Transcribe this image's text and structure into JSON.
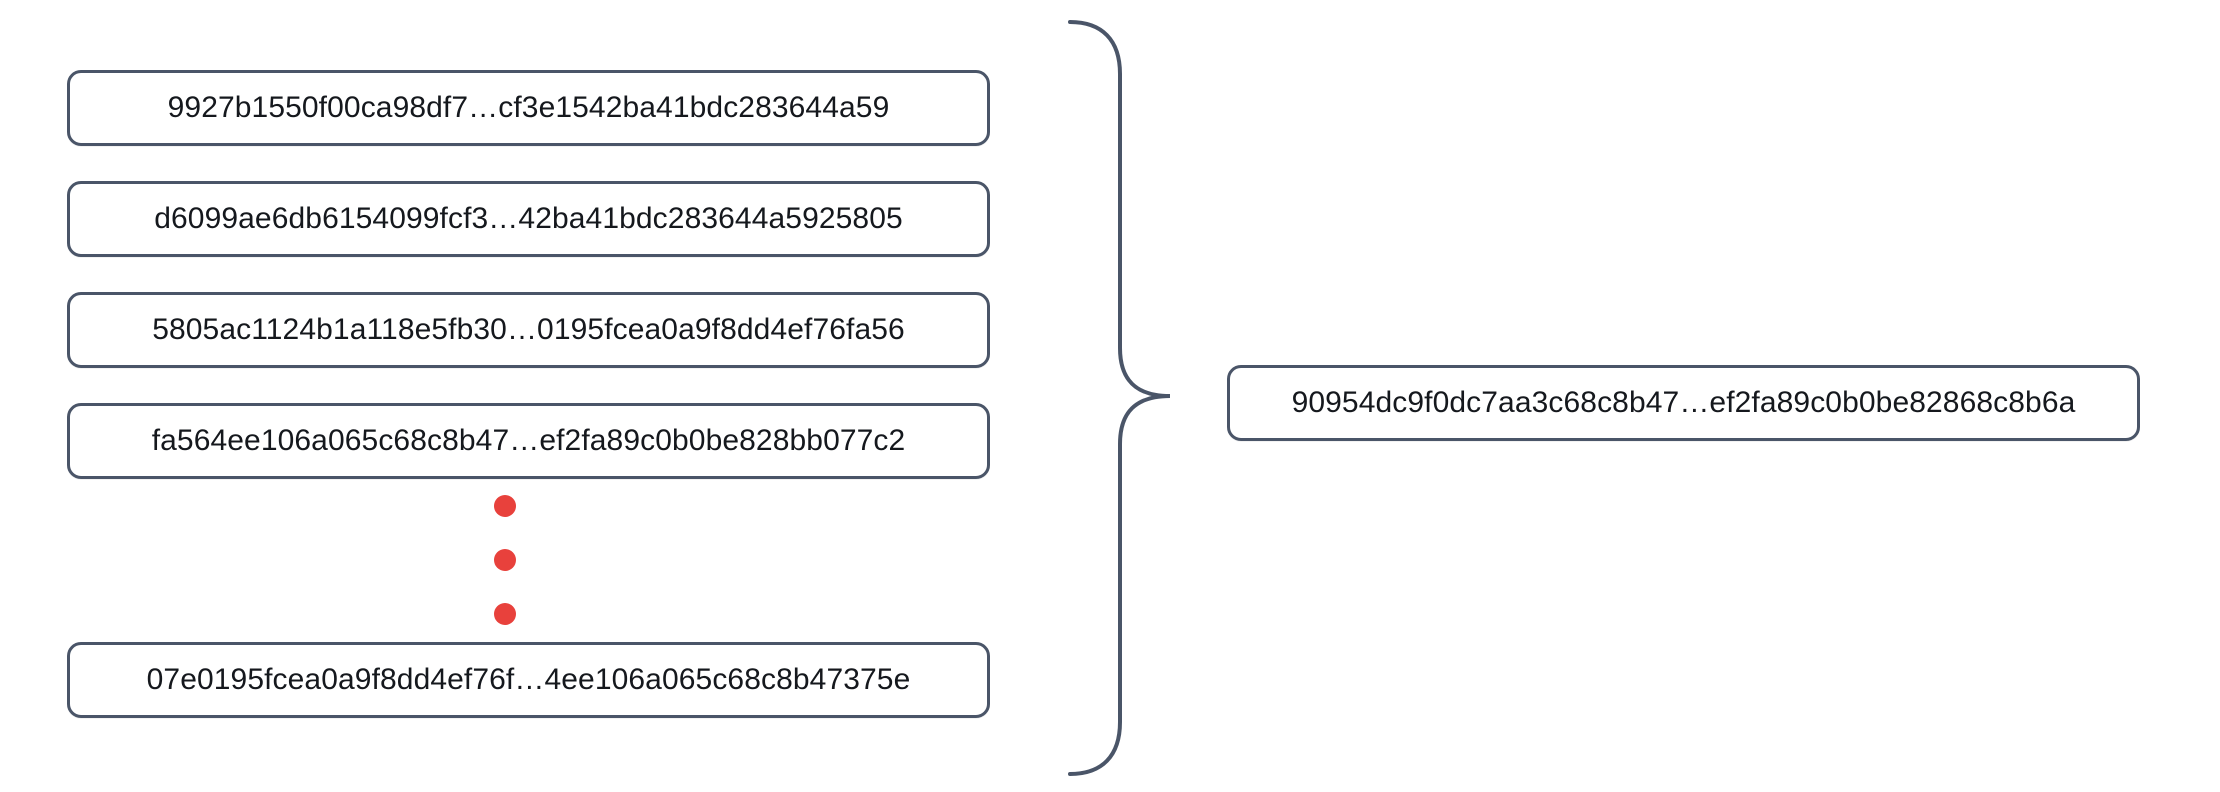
{
  "diagram": {
    "type": "aggregation-brace",
    "accent_color": "#e8413c",
    "stroke_color": "#4a5568",
    "text_color": "#15181d",
    "background_color": "#ffffff",
    "inputs": [
      {
        "label": "9927b1550f00ca98df7…cf3e1542ba41bdc283644a59"
      },
      {
        "label": "d6099ae6db6154099fcf3…42ba41bdc283644a5925805"
      },
      {
        "label": "5805ac1124b1a118e5fb30…0195fcea0a9f8dd4ef76fa56"
      },
      {
        "label": "fa564ee106a065c68c8b47…ef2fa89c0b0be828bb077c2"
      },
      {
        "label": "07e0195fcea0a9f8dd4ef76f…4ee106a065c68c8b47375e"
      }
    ],
    "ellipsis": {
      "name": "vertical-ellipsis",
      "dot_count": 3,
      "color": "#e8413c"
    },
    "output": {
      "label": "90954dc9f0dc7aa3c68c8b47…ef2fa89c0b0be82868c8b6a"
    }
  }
}
